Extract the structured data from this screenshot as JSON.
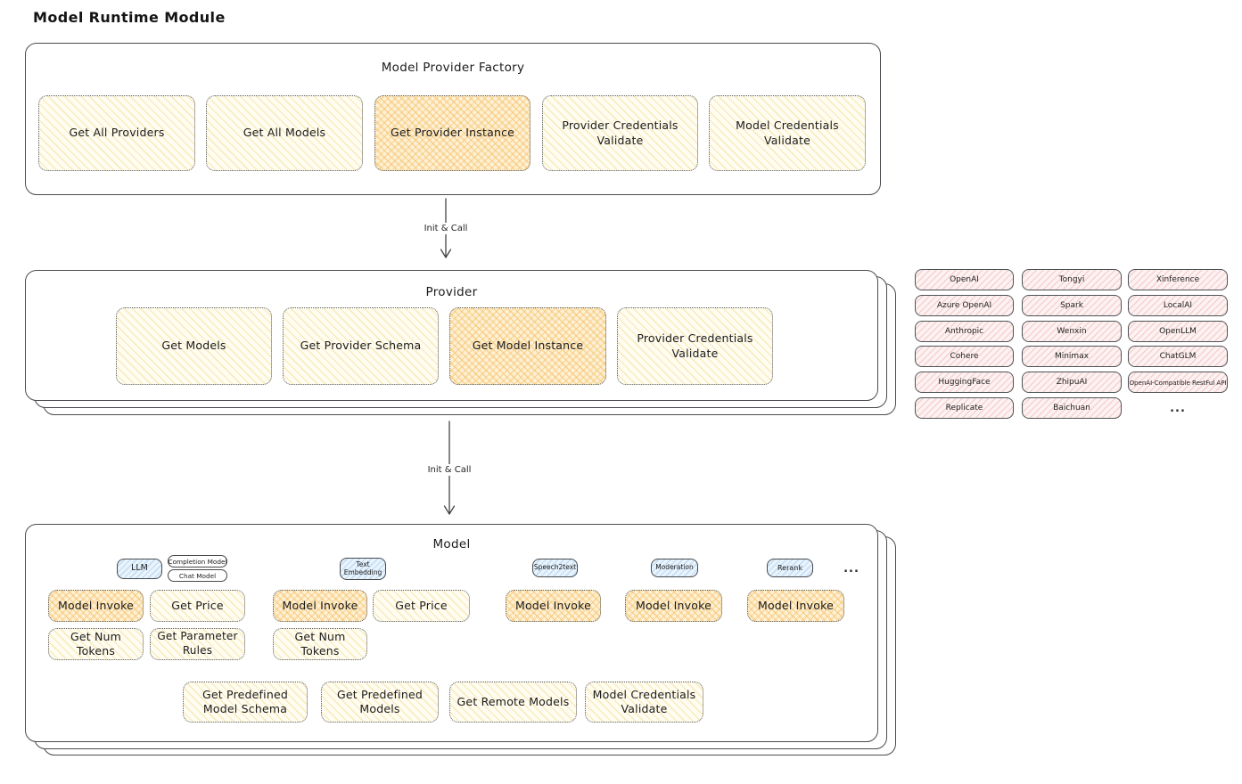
{
  "title": "Model Runtime Module",
  "arrow_label": "Init & Call",
  "colors": {
    "yellow_fill": "#fffdf2",
    "orange_highlight_fill": "#fdf0d4",
    "blue_tab_fill": "#e9f3fc",
    "pink_cell_fill": "#fdf2f2",
    "ink": "#1f1f1f"
  },
  "factory": {
    "title": "Model Provider Factory",
    "items": [
      {
        "label": "Get All Providers",
        "highlight": false
      },
      {
        "label": "Get All Models",
        "highlight": false
      },
      {
        "label": "Get Provider Instance",
        "highlight": true
      },
      {
        "label": "Provider Credentials Validate",
        "highlight": false
      },
      {
        "label": "Model Credentials Validate",
        "highlight": false
      }
    ]
  },
  "provider": {
    "title": "Provider",
    "items": [
      {
        "label": "Get Models",
        "highlight": false
      },
      {
        "label": "Get Provider Schema",
        "highlight": false
      },
      {
        "label": "Get Model Instance",
        "highlight": true
      },
      {
        "label": "Provider Credentials Validate",
        "highlight": false
      }
    ]
  },
  "registry": {
    "cells": [
      "OpenAI",
      "Tongyi",
      "Xinference",
      "Azure OpenAI",
      "Spark",
      "LocalAI",
      "Anthropic",
      "Wenxin",
      "OpenLLM",
      "Cohere",
      "Minimax",
      "ChatGLM",
      "HuggingFace",
      "ZhipuAI",
      "OpenAI-Compatible RestFul API",
      "Replicate",
      "Baichuan"
    ],
    "more": "..."
  },
  "model": {
    "title": "Model",
    "tabs": {
      "llm": "LLM",
      "completion_model": "Completion Model",
      "chat_model": "Chat Model",
      "text_embedding": "Text Embedding",
      "speech2text": "Speech2text",
      "moderation": "Moderation",
      "rerank": "Rerank",
      "more": "..."
    },
    "ops": {
      "model_invoke": "Model Invoke",
      "get_price": "Get Price",
      "get_num_tokens": "Get Num Tokens",
      "get_parameter_rules": "Get Parameter Rules"
    },
    "bottom": [
      {
        "label": "Get Predefined Model Schema"
      },
      {
        "label": "Get Predefined Models"
      },
      {
        "label": "Get Remote Models"
      },
      {
        "label": "Model Credentials Validate"
      }
    ]
  }
}
